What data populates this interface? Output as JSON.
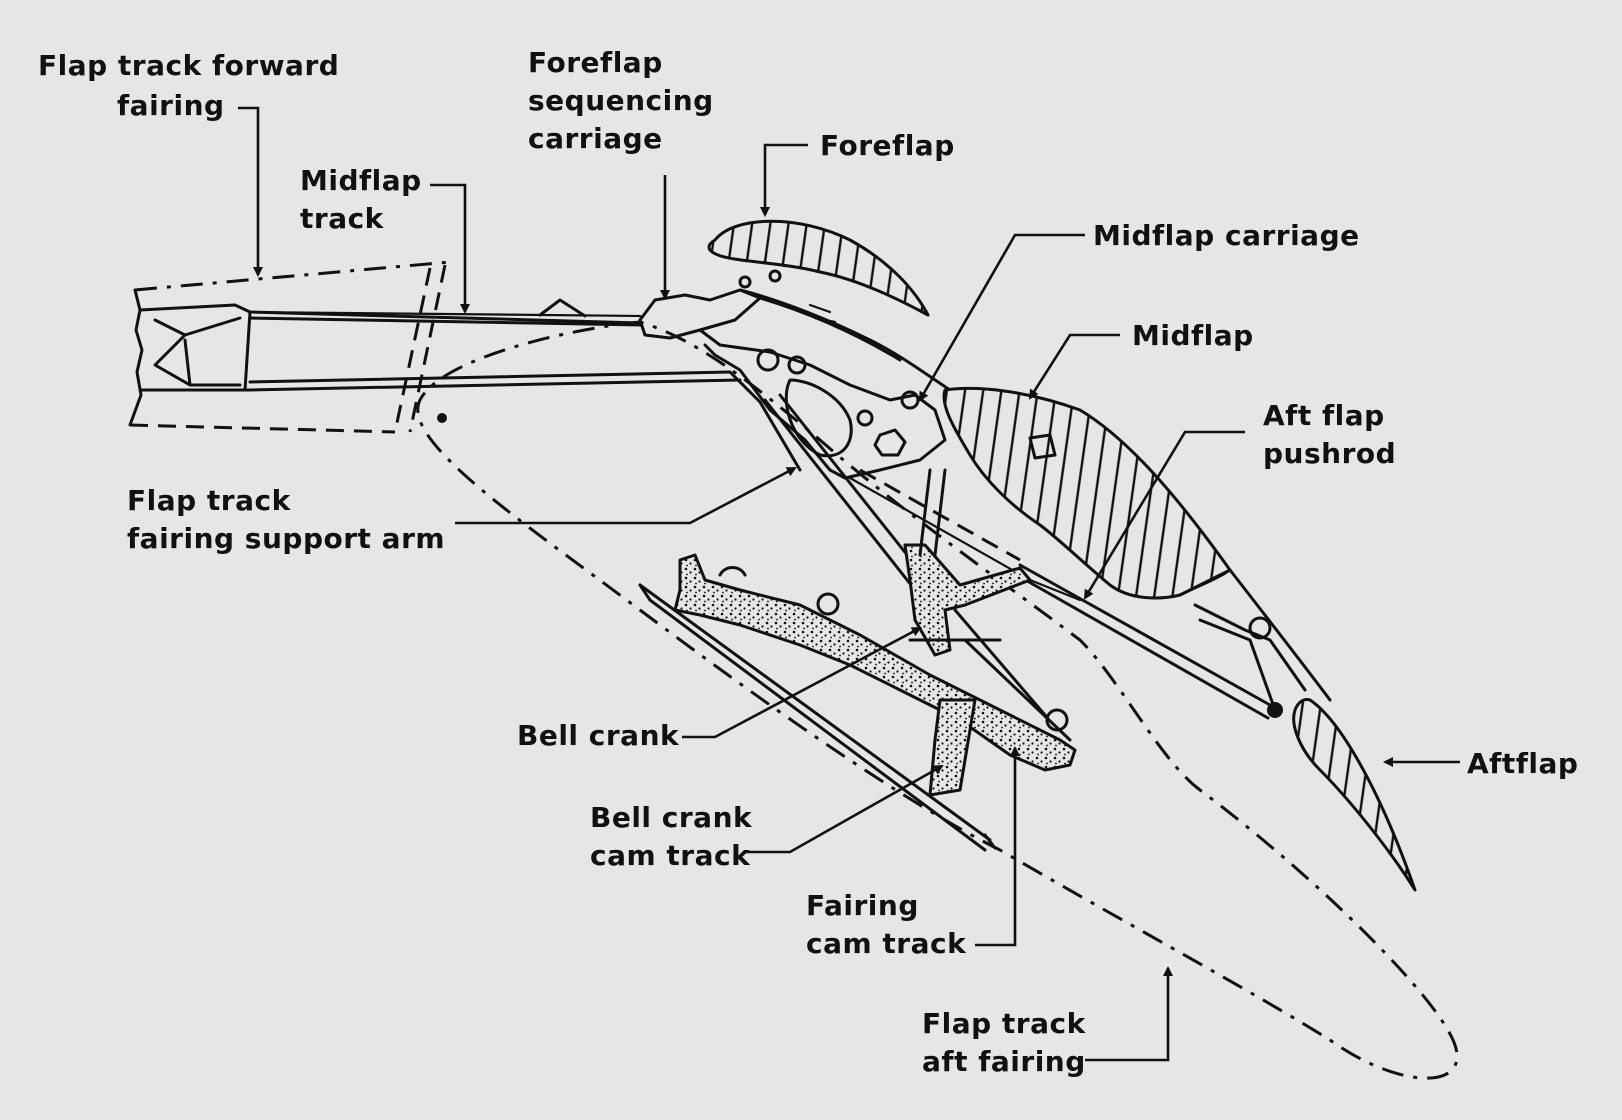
{
  "labels": {
    "flap_track_forward_fairing": [
      "Flap track forward",
      "fairing"
    ],
    "midflap_track": [
      "Midflap",
      "track"
    ],
    "foreflap_sequencing_carriage": [
      "Foreflap",
      "sequencing",
      "carriage"
    ],
    "foreflap": "Foreflap",
    "midflap_carriage": "Midflap carriage",
    "midflap": "Midflap",
    "aft_flap_pushrod": [
      "Aft flap",
      "pushrod"
    ],
    "flap_track_fairing_support_arm": [
      "Flap track",
      "fairing support arm"
    ],
    "bell_crank": "Bell crank",
    "bell_crank_cam_track": [
      "Bell crank",
      "cam track"
    ],
    "fairing_cam_track": [
      "Fairing",
      "cam track"
    ],
    "flap_track_aft_fairing": [
      "Flap track",
      "aft fairing"
    ],
    "aftflap": "Aftflap"
  }
}
